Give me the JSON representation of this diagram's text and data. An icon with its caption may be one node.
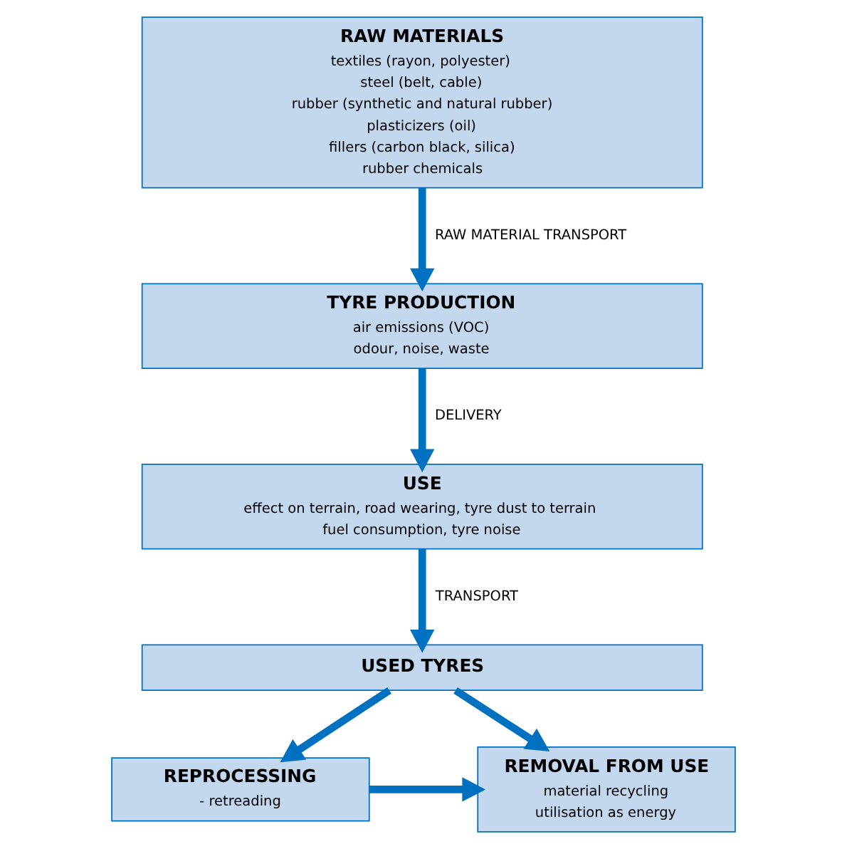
{
  "diagram": {
    "nodes": [
      {
        "text": [
          "RAW MATERIALS",
          "textiles (rayon, polyester)",
          "steel (belt, cable)",
          "rubber (synthetic and natural rubber)",
          "plasticizers (oil)",
          "fillers (carbon black, silica)",
          "rubber chemicals"
        ]
      },
      {
        "text": [
          "TYRE PRODUCTION",
          "air emissions (VOC)",
          "odour, noise, waste"
        ]
      },
      {
        "text": [
          "USE",
          "effect on terrain, road wearing, tyre dust to terrain",
          "fuel consumption, tyre noise"
        ]
      },
      {
        "text": [
          "USED TYRES"
        ]
      },
      {
        "text": [
          "REPROCESSING",
          "- retreading"
        ]
      },
      {
        "text": [
          "REMOVAL FROM USE",
          "material recycling",
          "utilisation as energy"
        ]
      }
    ],
    "edges": [
      {
        "from": 0,
        "to": 1,
        "arrow": "to",
        "label": "RAW MATERIAL TRANSPORT"
      },
      {
        "from": 1,
        "to": 2,
        "arrow": "to",
        "label": "DELIVERY"
      },
      {
        "from": 2,
        "to": 3,
        "arrow": "to",
        "label": "TRANSPORT"
      },
      {
        "from": 3,
        "to": 4,
        "arrow": "to"
      },
      {
        "from": 3,
        "to": 5,
        "arrow": "to"
      },
      {
        "from": 4,
        "to": 5,
        "arrow": "to"
      }
    ]
  }
}
